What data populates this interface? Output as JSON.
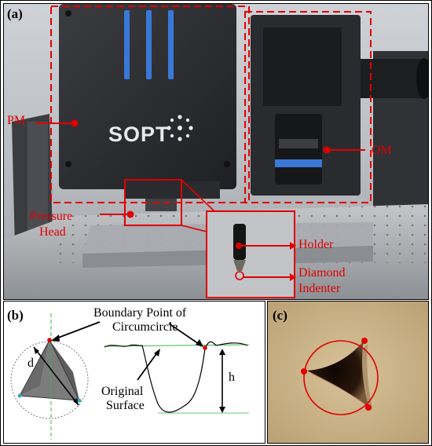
{
  "panel_a": {
    "label": "(a)",
    "brand": "SOPT",
    "labels": {
      "pm": "PM",
      "om": "OM",
      "pressure": "Pressure",
      "head": "Head",
      "holder": "Holder",
      "diamond": "Diamond",
      "indenter": "Indenter"
    },
    "colors": {
      "annotation": "#e00000",
      "machine": "#2b2c2f",
      "accent": "#3a78d8"
    }
  },
  "panel_b": {
    "label": "(b)",
    "labels": {
      "boundary_line1": "Boundary Point of",
      "boundary_line2": "Circumcircle",
      "d": "d",
      "h": "h",
      "original_line1": "Original",
      "original_line2": "Surface"
    }
  },
  "panel_c": {
    "label": "(c)",
    "colors": {
      "background": "#c9b286",
      "circle": "#e00000",
      "indent": "#1a0c05"
    }
  }
}
